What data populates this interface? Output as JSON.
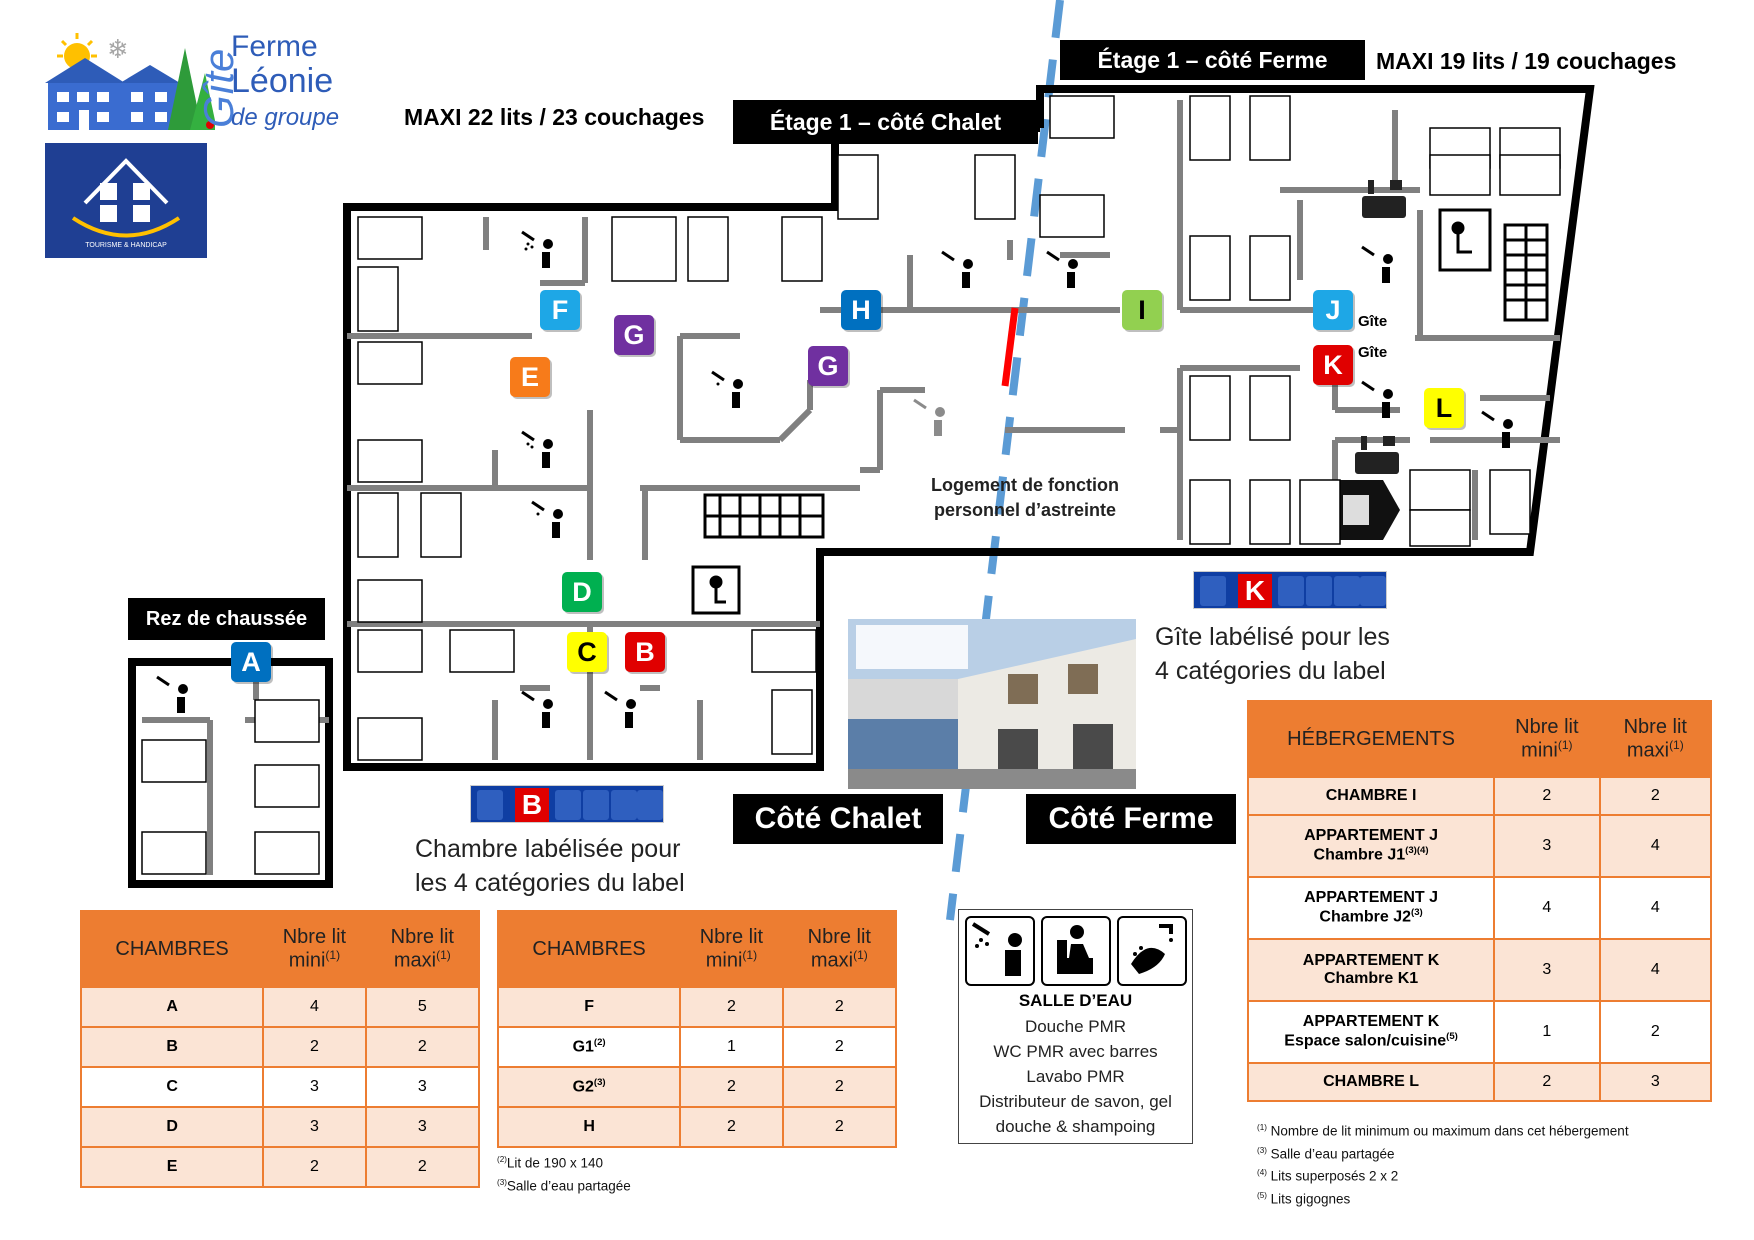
{
  "brand": {
    "name_line1": "Ferme",
    "name_line2": "Léonie",
    "name_line3": "de groupe",
    "gite_word": "Gîte",
    "handicap_caption": "TOURISME & HANDICAP"
  },
  "capacities": {
    "chalet": "MAXI 22 lits / 23 couchages",
    "ferme": "MAXI 19 lits / 19 couchages"
  },
  "floors": {
    "etage_chalet": "Étage 1 – côté Chalet",
    "etage_ferme": "Étage 1 – côté Ferme",
    "rez": "Rez de chaussée"
  },
  "sides": {
    "chalet": "Côté Chalet",
    "ferme": "Côté Ferme"
  },
  "rooms": [
    {
      "letter": "A",
      "color": "#0070c0"
    },
    {
      "letter": "B",
      "color": "#e00000"
    },
    {
      "letter": "C",
      "color": "#ffff00"
    },
    {
      "letter": "D",
      "color": "#00b050"
    },
    {
      "letter": "E",
      "color": "#f77b1a"
    },
    {
      "letter": "F",
      "color": "#1ea7e6"
    },
    {
      "letter": "G",
      "color": "#7030a0"
    },
    {
      "letter": "H",
      "color": "#0070c0"
    },
    {
      "letter": "I",
      "color": "#92d050"
    },
    {
      "letter": "J",
      "color": "#1ea7e6"
    },
    {
      "letter": "K",
      "color": "#e00000"
    },
    {
      "letter": "L",
      "color": "#ffff00"
    }
  ],
  "gite_label": "Gîte",
  "plan_text": {
    "logement_line1": "Logement de fonction",
    "logement_line2": "personnel d’astreinte"
  },
  "label_captions": {
    "chambre_line1": "Chambre labélisée pour",
    "chambre_line2": "les 4 catégories du label",
    "gite_line1": "Gîte labélisé pour les",
    "gite_line2": "4 catégories du label"
  },
  "table_headers": {
    "chambres": "CHAMBRES",
    "hebergements": "HÉBERGEMENTS",
    "mini": "Nbre lit mini",
    "maxi": "Nbre lit maxi",
    "sup1": "(1)"
  },
  "table1": [
    {
      "name": "A",
      "mini": "4",
      "maxi": "5"
    },
    {
      "name": "B",
      "mini": "2",
      "maxi": "2"
    },
    {
      "name": "C",
      "mini": "3",
      "maxi": "3"
    },
    {
      "name": "D",
      "mini": "3",
      "maxi": "3"
    },
    {
      "name": "E",
      "mini": "2",
      "maxi": "2"
    }
  ],
  "table2": [
    {
      "name": "F",
      "sup": "",
      "mini": "2",
      "maxi": "2"
    },
    {
      "name": "G1",
      "sup": "(2)",
      "mini": "1",
      "maxi": "2"
    },
    {
      "name": "G2",
      "sup": "(3)",
      "mini": "2",
      "maxi": "2"
    },
    {
      "name": "H",
      "sup": "",
      "mini": "2",
      "maxi": "2"
    }
  ],
  "table2_notes": {
    "n2": "Lit de 190 x 140",
    "n2_sup": "(2)",
    "n3": "Salle d’eau partagée",
    "n3_sup": "(3)"
  },
  "table3": [
    {
      "line1": "CHAMBRE I",
      "line2": "",
      "sup": "",
      "mini": "2",
      "maxi": "2"
    },
    {
      "line1": "APPARTEMENT J",
      "line2": "Chambre J1",
      "sup": "(3)(4)",
      "mini": "3",
      "maxi": "4"
    },
    {
      "line1": "APPARTEMENT J",
      "line2": "Chambre J2",
      "sup": "(3)",
      "mini": "4",
      "maxi": "4"
    },
    {
      "line1": "APPARTEMENT K",
      "line2": "Chambre K1",
      "sup": "",
      "mini": "3",
      "maxi": "4"
    },
    {
      "line1": "APPARTEMENT K",
      "line2": "Espace salon/cuisine",
      "sup": "(5)",
      "mini": "1",
      "maxi": "2"
    },
    {
      "line1": "CHAMBRE L",
      "line2": "",
      "sup": "",
      "mini": "2",
      "maxi": "3"
    }
  ],
  "table3_notes": [
    {
      "sup": "(1)",
      "text": "Nombre de lit  minimum ou maximum dans cet hébergement"
    },
    {
      "sup": "(3)",
      "text": "Salle d’eau partagée"
    },
    {
      "sup": "(4)",
      "text": "Lits superposés 2 x 2"
    },
    {
      "sup": "(5)",
      "text": "Lits gigognes"
    }
  ],
  "salle": {
    "title": "SALLE D’EAU",
    "lines": [
      "Douche PMR",
      "WC PMR avec barres",
      "Lavabo PMR",
      "Distributeur de savon, gel",
      "douche & shampoing"
    ]
  },
  "colors": {
    "orange": "#ed7d31",
    "orange_light": "#fbe4d5",
    "wall": "#808080",
    "divider_blue": "#5b9bd5",
    "handicap_blue": "#1f3f93"
  }
}
